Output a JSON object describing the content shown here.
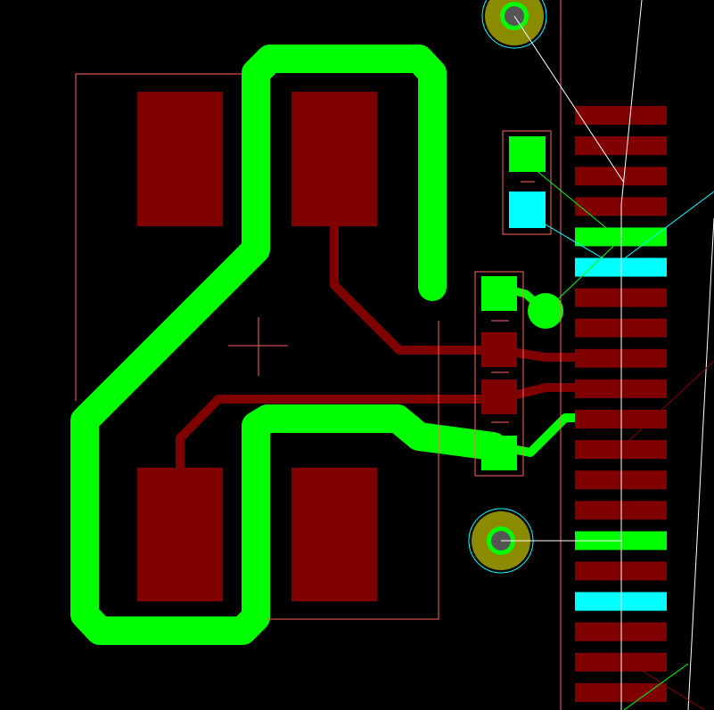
{
  "view": {
    "background": "#000000"
  },
  "layers": {
    "top_copper": "#00ff00",
    "bottom_copper": "#800000",
    "top_pad_net": "#00ffff",
    "silkscreen": "#ff6464",
    "ratsnest": "#ffffff",
    "via_ring": "#8b8b00",
    "via_hole": "#555555",
    "via_outline": "#00ffff"
  },
  "components": {
    "large_pads": {
      "count": 4,
      "layer": "bottom_copper"
    },
    "sot_ic": {
      "pins": 4
    },
    "two_pad_part": {
      "pins": 2
    },
    "edge_connector": {
      "fingers": 20
    },
    "mounting_holes": {
      "count": 2
    }
  }
}
